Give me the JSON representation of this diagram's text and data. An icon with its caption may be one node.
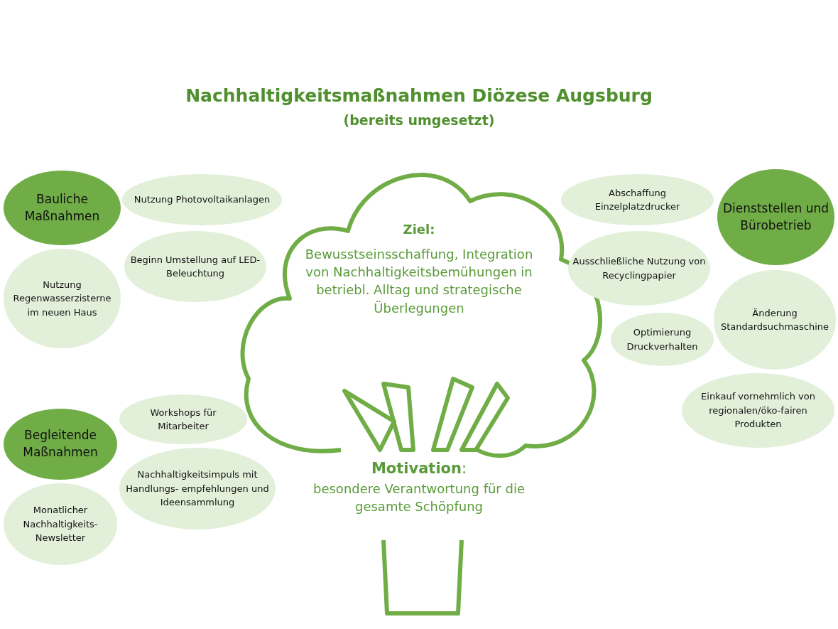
{
  "diagram": {
    "title": "Nachhaltigkeitsmaßnahmen Diözese Augsburg",
    "nodes": [
      {
        "text": [
          "Bauliche Maßnahmen"
        ]
      },
      {
        "text": [
          "Nutzung Photovoltaikanlagen"
        ]
      },
      {
        "text": [
          "Beginn Umstellung auf LED-Beleuchtung"
        ]
      },
      {
        "text": [
          "Nutzung Regenwasserzisterne im neuen Haus"
        ]
      },
      {
        "text": [
          "Begleitende Maßnahmen"
        ]
      },
      {
        "text": [
          "Workshops für Mitarbeiter"
        ]
      },
      {
        "text": [
          "Nachhaltigkeitsimpuls mit Handlungs- empfehlungen und Ideensammlung"
        ]
      },
      {
        "text": [
          "Monatlicher Nachhaltigkeits- Newsletter"
        ]
      },
      {
        "text": [
          "Ziel:",
          "Bewusstseinsschaffung, Integration von Nachhaltigkeitsbemühungen in betriebl. Alltag und strategische Überlegungen",
          "**Motivation**:",
          "besondere Verantwortung für die gesamte Schöpfung"
        ]
      },
      {
        "text": [
          "Dienststellen und Bürobetrieb"
        ]
      },
      {
        "text": [
          "Abschaffung Einzelplatzdrucker"
        ]
      },
      {
        "text": [
          "Ausschließliche Nutzung von Recyclingpapier"
        ]
      },
      {
        "text": [
          "Änderung Standardsuchmaschine"
        ]
      },
      {
        "text": [
          "Optimierung Druckverhalten"
        ]
      },
      {
        "text": [
          "Einkauf vornehmlich von regionalen/öko-fairen Produkten"
        ]
      }
    ],
    "labels": [
      "(bereits umgesetzt)"
    ]
  }
}
